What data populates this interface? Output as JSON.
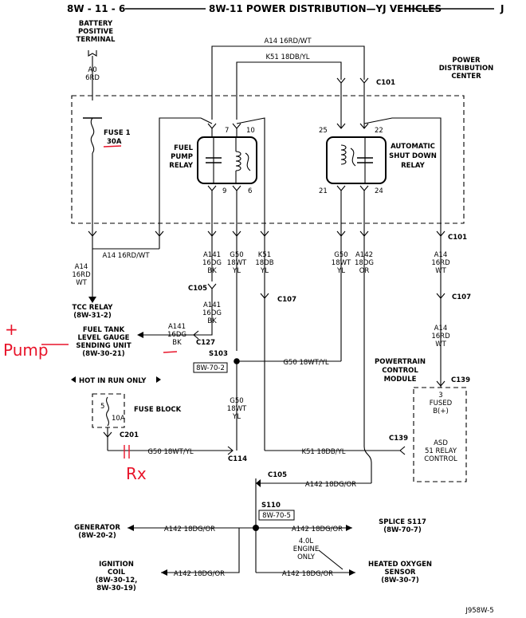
{
  "header": {
    "page_id": "8W - 11 - 6",
    "title": "8W-11 POWER DISTRIBUTION—YJ VEHICLES",
    "section": "J"
  },
  "labels": {
    "battery": [
      "BATTERY",
      "POSITIVE",
      "TERMINAL"
    ],
    "battery_wire": [
      "A0",
      "6RD"
    ],
    "pdc": [
      "POWER",
      "DISTRIBUTION",
      "CENTER"
    ],
    "fuse1": "FUSE 1",
    "fuse1_rating": "30A",
    "fuel_pump_relay": [
      "FUEL",
      "PUMP",
      "RELAY"
    ],
    "asd_relay": [
      "AUTOMATIC",
      "SHUT DOWN",
      "RELAY"
    ],
    "pins": {
      "p7": "7",
      "p10": "10",
      "p9": "9",
      "p6": "6",
      "p25": "25",
      "p22": "22",
      "p21": "21",
      "p24": "24"
    },
    "top_wire_1": "A14 16RD/WT",
    "top_wire_2": "K51 18DB/YL",
    "c101_top": "C101",
    "c101_bottom": "C101",
    "a14_left": "A14 16RD/WT",
    "left_wire": [
      "A14",
      "16RD",
      "WT"
    ],
    "tcc_relay": [
      "TCC RELAY",
      "(8W-31-2)"
    ],
    "col_a141": [
      "A141",
      "16DG",
      "BK"
    ],
    "col_g50a": [
      "G50",
      "18WT",
      "YL"
    ],
    "col_k51": [
      "K51",
      "18DB",
      "YL"
    ],
    "col_g50b": [
      "G50",
      "18WT",
      "YL"
    ],
    "col_a142": [
      "A142",
      "18DG",
      "OR"
    ],
    "col_a14r": [
      "A14",
      "16RD",
      "WT"
    ],
    "c105_a": "C105",
    "a141_mid": [
      "A141",
      "16DG",
      "BK"
    ],
    "c107_a": "C107",
    "c107_b": "C107",
    "a14_low": [
      "A14",
      "16RD",
      "WT"
    ],
    "fuel_tank": [
      "FUEL TANK",
      "LEVEL GAUGE",
      "SENDING UNIT",
      "(8W-30-21)"
    ],
    "a141_low": [
      "A141",
      "16DG",
      "BK"
    ],
    "c127": "C127",
    "s103": "S103",
    "s103_ref": "8W-70-2",
    "g50_s103": "G50 18WT/YL",
    "pcm": [
      "POWERTRAIN",
      "CONTROL",
      "MODULE"
    ],
    "c139_a": "C139",
    "pcm_fused": [
      "3",
      "FUSED",
      "B(+)"
    ],
    "pcm_asd": [
      "ASD",
      "51 RELAY",
      "CONTROL"
    ],
    "hot_in_run": "HOT IN RUN ONLY",
    "fuse5": "5",
    "fuse5_rating": "10A",
    "fuse_block": "FUSE BLOCK",
    "g50_low": [
      "G50",
      "18WT",
      "YL"
    ],
    "c201": "C201",
    "g50_c201": "G50 18WT/YL",
    "c114": "C114",
    "k51_low": "K51 18DB/YL",
    "c139_b": "C139",
    "c105_b": "C105",
    "a142_c105": "A142 18DG/OR",
    "s110": "S110",
    "s110_ref": "8W-70-5",
    "generator": [
      "GENERATOR",
      "(8W-20-2)"
    ],
    "a142_gen": "A142 18DG/OR",
    "a142_splice": "A142 18DG/OR",
    "splice": [
      "SPLICE S117",
      "(8W-70-7)"
    ],
    "engine_note": [
      "4.0L",
      "ENGINE",
      "ONLY"
    ],
    "ignition_coil": [
      "IGNITION",
      "COIL",
      "(8W-30-12,",
      "8W-30-19)"
    ],
    "a142_coil": "A142 18DG/OR",
    "a142_o2": "A142 18DG/OR",
    "o2_sensor": [
      "HEATED OXYGEN",
      "SENSOR",
      "(8W-30-7)"
    ],
    "figure_id": "J958W-5"
  },
  "annotations": {
    "pump_plus": "+",
    "pump": "Pump",
    "rx": "Rx",
    "color": "#e8142a"
  }
}
